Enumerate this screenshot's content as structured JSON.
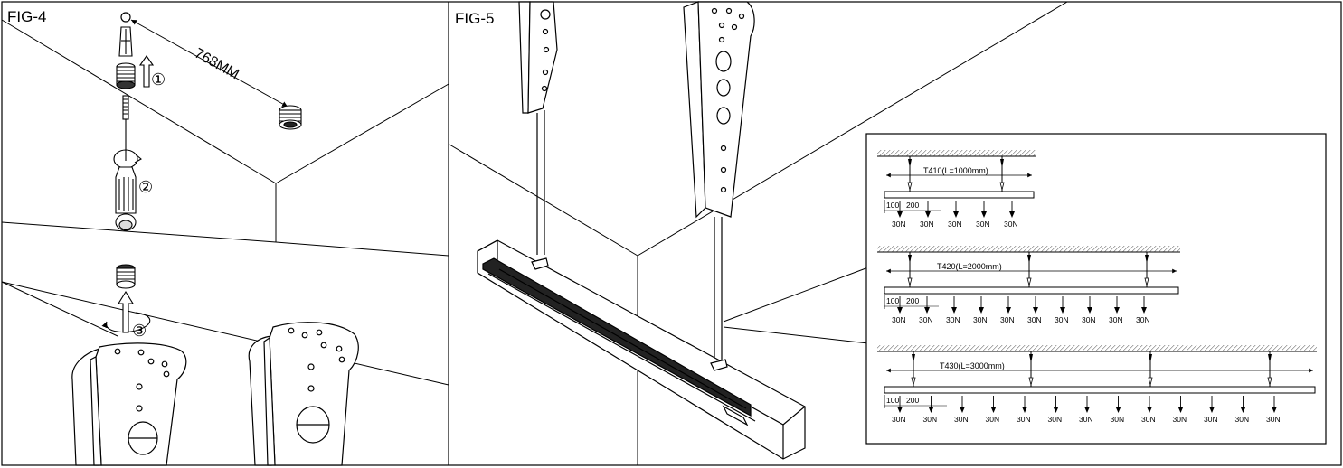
{
  "fig4": {
    "label": "FIG-4",
    "dimension": "768MM",
    "steps": [
      "①",
      "②",
      "③"
    ]
  },
  "fig5": {
    "label": "FIG-5",
    "load_diagrams": [
      {
        "model": "T410(L=1000mm)",
        "spacing_first": "100",
        "spacing_second": "200",
        "load_label": "30N",
        "load_count": 5
      },
      {
        "model": "T420(L=2000mm)",
        "spacing_first": "100",
        "spacing_second": "200",
        "load_label": "30N",
        "load_count": 10
      },
      {
        "model": "T430(L=3000mm)",
        "spacing_first": "100",
        "spacing_second": "200",
        "load_label": "30N",
        "load_count": 13
      }
    ]
  },
  "colors": {
    "line": "#000000",
    "background": "#ffffff",
    "shade": "#444444"
  }
}
